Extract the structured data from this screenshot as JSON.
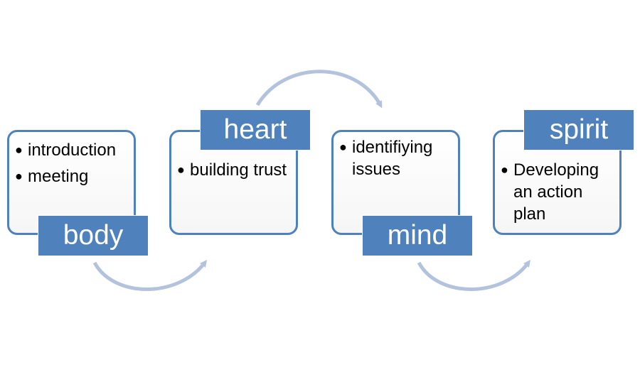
{
  "stages": [
    {
      "label": "body",
      "bullets": [
        "introduction",
        "meeting"
      ]
    },
    {
      "label": "heart",
      "bullets": [
        "building trust"
      ]
    },
    {
      "label": "mind",
      "bullets": [
        "identifiying issues"
      ]
    },
    {
      "label": "spirit",
      "bullets": [
        "Developing an action plan"
      ]
    }
  ],
  "colors": {
    "accent": "#4f81bd",
    "arrow": "#b3c3dd",
    "label_text": "#ffffff"
  }
}
